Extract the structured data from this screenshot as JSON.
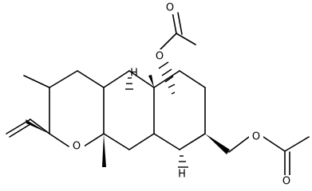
{
  "atoms": {
    "ring_oxygen": "O",
    "acetate1_ester_oxygen": "O",
    "acetate1_carbonyl_oxygen": "O",
    "acetate2_ester_oxygen": "O",
    "acetate2_carbonyl_oxygen": "O",
    "h_top": "H",
    "h_bottom": "H"
  },
  "colors": {
    "ink": "#000000",
    "background": "#ffffff"
  }
}
